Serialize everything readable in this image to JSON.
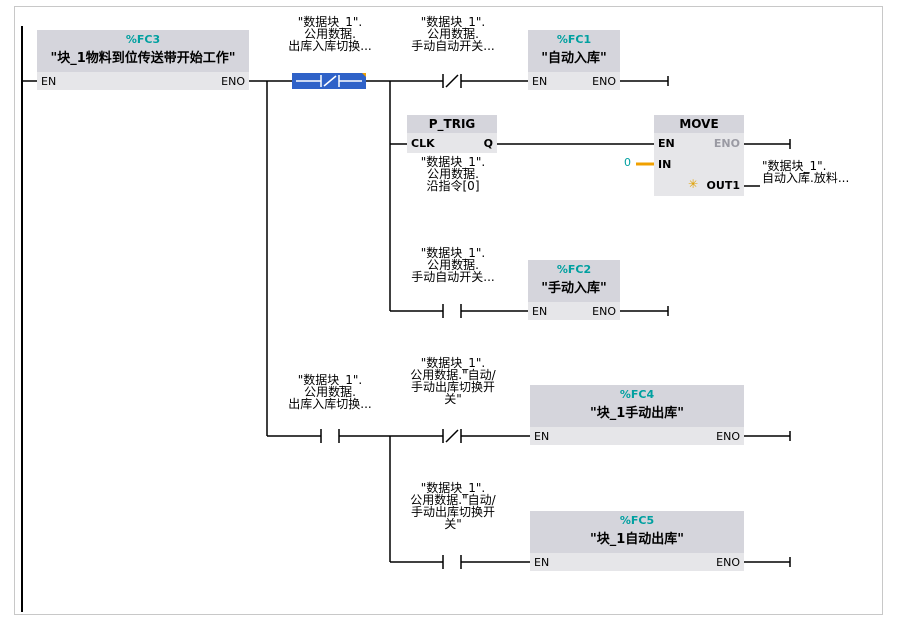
{
  "fc3": {
    "num": "%FC3",
    "name": "\"块_1物料到位传送带开始工作\"",
    "en": "EN",
    "eno": "ENO"
  },
  "c1": {
    "l1": "\"数据块_1\".",
    "l2": "公用数据.",
    "l3": "出库入库切换..."
  },
  "c2": {
    "l1": "\"数据块_1\".",
    "l2": "公用数据.",
    "l3": "手动自动开关..."
  },
  "fc1": {
    "num": "%FC1",
    "name": "\"自动入库\"",
    "en": "EN",
    "eno": "ENO"
  },
  "ptrig": {
    "name": "P_TRIG",
    "clk": "CLK",
    "q": "Q",
    "l1": "\"数据块_1\".",
    "l2": "公用数据.",
    "l3": "沿指令[0]"
  },
  "move": {
    "name": "MOVE",
    "en": "EN",
    "eno": "ENO",
    "in": "IN",
    "out1": "OUT1",
    "in_value": "0",
    "out_l1": "\"数据块_1\".",
    "out_l2": "自动入库.放料..."
  },
  "c3": {
    "l1": "\"数据块_1\".",
    "l2": "公用数据.",
    "l3": "手动自动开关..."
  },
  "fc2": {
    "num": "%FC2",
    "name": "\"手动入库\"",
    "en": "EN",
    "eno": "ENO"
  },
  "c4": {
    "l1": "\"数据块_1\".",
    "l2": "公用数据.",
    "l3": "出库入库切换..."
  },
  "c5": {
    "l1": "\"数据块_1\".",
    "l2": "公用数据.\"自动/",
    "l3": "手动出库切换开",
    "l4": "关\""
  },
  "fc4": {
    "num": "%FC4",
    "name": "\"块_1手动出库\"",
    "en": "EN",
    "eno": "ENO"
  },
  "c6": {
    "l1": "\"数据块_1\".",
    "l2": "公用数据.\"自动/",
    "l3": "手动出库切换开",
    "l4": "关\""
  },
  "fc5": {
    "num": "%FC5",
    "name": "\"块_1自动出库\"",
    "en": "EN",
    "eno": "ENO"
  },
  "colors": {
    "wire": "#000000",
    "selected": "#2f62c8",
    "header": "#d5d5dc",
    "body": "#e6e6e9",
    "fc_number": "#00a0a0",
    "constant": "#f0a000"
  }
}
